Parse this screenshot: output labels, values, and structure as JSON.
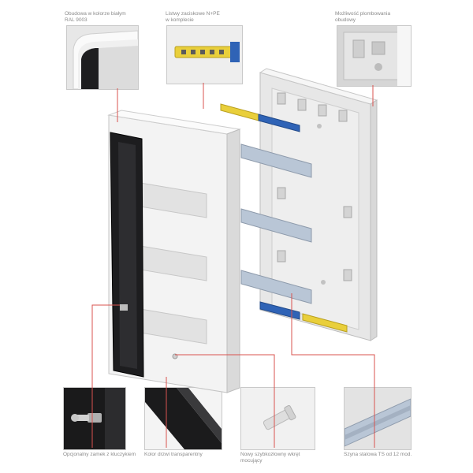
{
  "captions": {
    "housing": [
      "Obudowa w kolorze białym",
      "RAL 9003"
    ],
    "terminals": [
      "Listwy zaciskowe N+PE",
      "w komplecie"
    ],
    "sealing": [
      "Możliwość plombowania",
      "obudowy"
    ],
    "lock": [
      "Opcjonalny zamek z kluczykiem"
    ],
    "door": [
      "Kolor drzwi transparentny"
    ],
    "pin": [
      "Nowy szybkozłowny wkręt",
      "mocujący"
    ],
    "rail": [
      "Szyna stalowa TS od 12 mod."
    ]
  },
  "colors": {
    "leader": "#d9534f",
    "terminal_yellow": "#e9cf3b",
    "terminal_blue": "#2f63b6",
    "rail_steel": "#b9c6d6",
    "door_tint": "#1d1d1f",
    "housing_white": "#f4f4f4",
    "caption_gray": "#8a8a8a"
  }
}
